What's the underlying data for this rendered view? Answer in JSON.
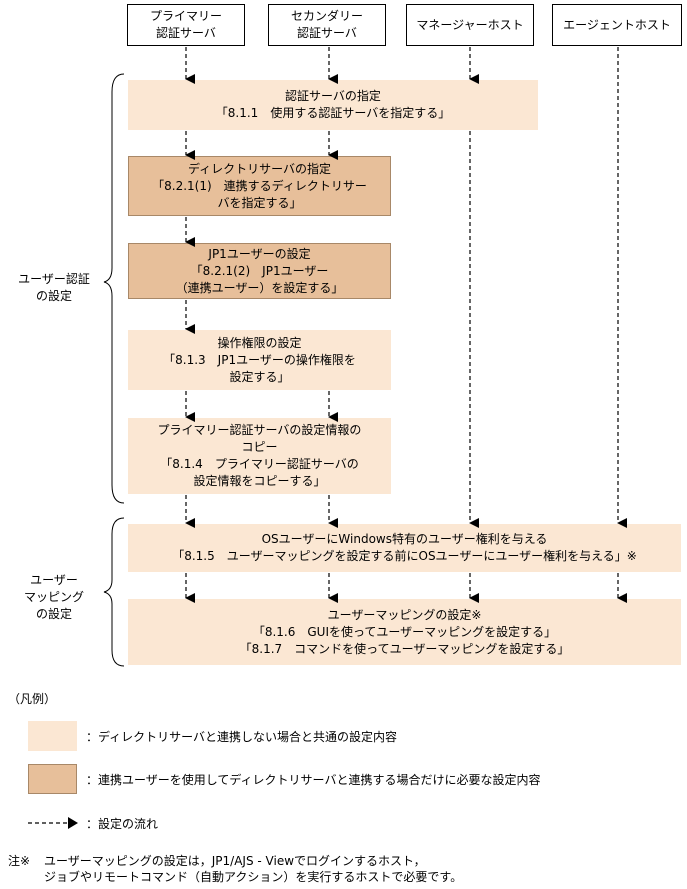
{
  "columns": [
    {
      "id": "primary",
      "line1": "プライマリー",
      "line2": "認証サーバ"
    },
    {
      "id": "secondary",
      "line1": "セカンダリー",
      "line2": "認証サーバ"
    },
    {
      "id": "manager",
      "line1": "マネージャーホスト",
      "line2": ""
    },
    {
      "id": "agent",
      "line1": "エージェントホスト",
      "line2": ""
    }
  ],
  "groups": {
    "user_auth": {
      "line1": "ユーザー認証",
      "line2": "の設定"
    },
    "user_mapping": {
      "line1": "ユーザー",
      "line2": "マッピング",
      "line3": "の設定"
    }
  },
  "steps": {
    "s1": {
      "title": "認証サーバの指定",
      "ref1": "「8.1.1　使用する認証サーバを指定する」",
      "style": "light"
    },
    "s2": {
      "title": "ディレクトリサーバの指定",
      "ref1": "「8.2.1(1)　連携するディレクトリサー",
      "ref2": "バを指定する」",
      "style": "dark"
    },
    "s3": {
      "title": "JP1ユーザーの設定",
      "ref1": "「8.2.1(2)　JP1ユーザー",
      "ref2": "（連携ユーザー）を設定する」",
      "style": "dark"
    },
    "s4": {
      "title": "操作権限の設定",
      "ref1": "「8.1.3　JP1ユーザーの操作権限を",
      "ref2": "設定する」",
      "style": "light"
    },
    "s5": {
      "title": "プライマリー認証サーバの設定情報の",
      "title2": "コピー",
      "ref1": "「8.1.4　プライマリー認証サーバの",
      "ref2": "設定情報をコピーする」",
      "style": "light"
    },
    "s6": {
      "title": "OSユーザーにWindows特有のユーザー権利を与える",
      "ref1": "「8.1.5　ユーザーマッピングを設定する前にOSユーザーにユーザー権利を与える」※",
      "style": "light"
    },
    "s7": {
      "title": "ユーザーマッピングの設定※",
      "ref1": "「8.1.6　GUIを使ってユーザーマッピングを設定する」",
      "ref2": "「8.1.7　コマンドを使ってユーザーマッピングを設定する」",
      "style": "light"
    }
  },
  "legend": {
    "heading": "（凡例）",
    "light_label": "：ディレクトリサーバと連携しない場合と共通の設定内容",
    "dark_label": "：連携ユーザーを使用してディレクトリサーバと連携する場合だけに必要な設定内容",
    "flow_label": "：設定の流れ"
  },
  "note": {
    "mark": "注※",
    "line1": "ユーザーマッピングの設定は，JP1/AJS - Viewでログインするホスト，",
    "line2": "ジョブやリモートコマンド（自動アクション）を実行するホストで必要です。"
  },
  "colors": {
    "light": "#fbe7d3",
    "dark": "#e7bf9a",
    "line": "#000000"
  }
}
